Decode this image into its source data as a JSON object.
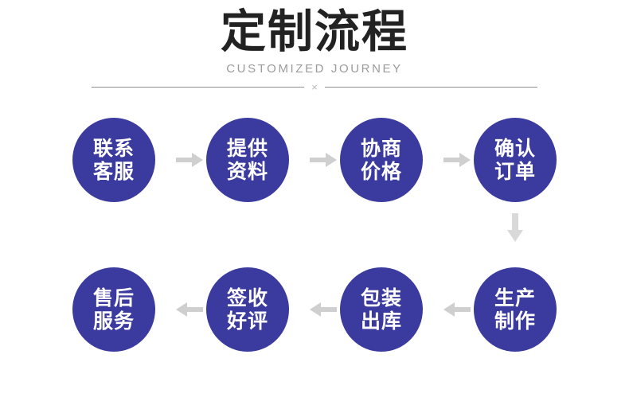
{
  "header": {
    "title": "定制流程",
    "subtitle": "CUSTOMIZED JOURNEY",
    "divider_mark": "×"
  },
  "colors": {
    "node_fill": "#3b3a9e",
    "node_text": "#ffffff",
    "arrow": "#cfcfcf",
    "title": "#222222",
    "subtitle": "#9b9b9b",
    "divider": "#8e8e8e",
    "background": "#ffffff"
  },
  "flow": {
    "row1": [
      {
        "line1": "联系",
        "line2": "客服",
        "step": "1"
      },
      {
        "line1": "提供",
        "line2": "资料",
        "step": "2"
      },
      {
        "line1": "协商",
        "line2": "价格",
        "step": "3"
      },
      {
        "line1": "确认",
        "line2": "订单",
        "step": "4"
      }
    ],
    "row2": [
      {
        "line1": "售后",
        "line2": "服务",
        "step": "8"
      },
      {
        "line1": "签收",
        "line2": "好评",
        "step": "7"
      },
      {
        "line1": "包装",
        "line2": "出库",
        "step": "6"
      },
      {
        "line1": "生产",
        "line2": "制作",
        "step": "5"
      }
    ],
    "arrows": {
      "right_icon": "arrow-right-icon",
      "left_icon": "arrow-left-icon",
      "down_icon": "arrow-down-icon"
    }
  }
}
